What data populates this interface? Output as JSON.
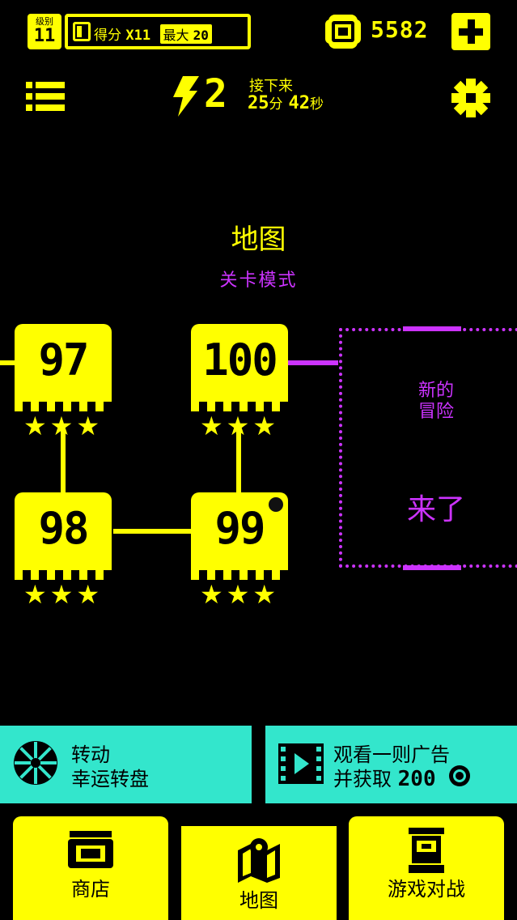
{
  "header": {
    "level_label": "级别",
    "level_value": "11",
    "score_label": "得分",
    "score_multiplier": "X11",
    "max_label": "最大",
    "max_value": "20",
    "coins": "5582"
  },
  "energy": {
    "count": "2",
    "next_label": "接下来",
    "minutes": "25",
    "minutes_unit": "分",
    "seconds": "42",
    "seconds_unit": "秒"
  },
  "map": {
    "title": "地图",
    "subtitle": "关卡模式",
    "levels": [
      {
        "number": "97",
        "stars": "★★★"
      },
      {
        "number": "100",
        "stars": "★★★"
      },
      {
        "number": "98",
        "stars": "★★★"
      },
      {
        "number": "99",
        "stars": "★★★"
      }
    ],
    "new_adventure_line1": "新的",
    "new_adventure_line2": "冒险",
    "coming": "来了"
  },
  "banners": {
    "wheel_line1": "转动",
    "wheel_line2": "幸运转盘",
    "ad_line1": "观看一则广告",
    "ad_line2": "并获取",
    "ad_reward": "200"
  },
  "tabs": [
    {
      "label": "商店",
      "icon": "shop-icon"
    },
    {
      "label": "地图",
      "icon": "map-icon"
    },
    {
      "label": "游戏对战",
      "icon": "battle-icon"
    }
  ],
  "colors": {
    "background": "#000000",
    "primary": "#ffff00",
    "accent": "#cc33ff",
    "banner": "#33e6cc"
  }
}
